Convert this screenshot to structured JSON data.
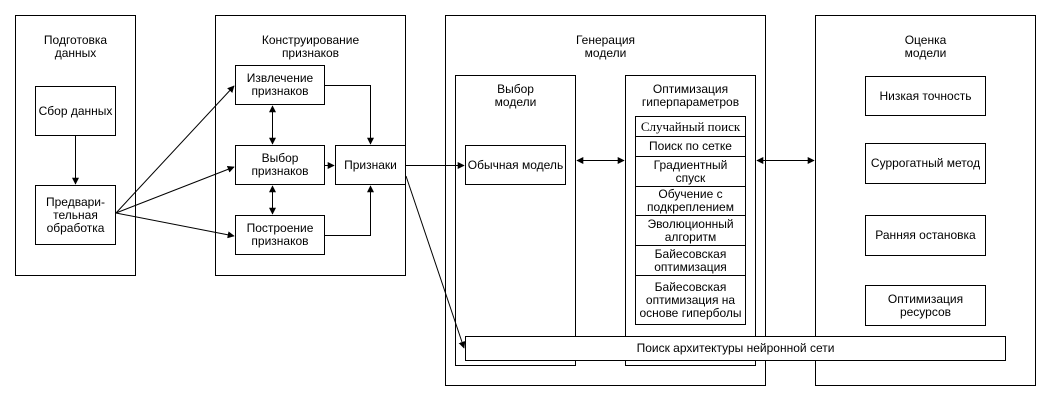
{
  "groups": {
    "data_prep": "Подготовка\nданных",
    "feature_eng": "Конструирование\nпризнаков",
    "model_gen": "Генерация\nмодели",
    "model_eval": "Оценка\nмодели"
  },
  "nodes": {
    "data_collection": "Сбор данных",
    "preprocessing": "Предвари-\nтельная\nобработка",
    "feature_extraction": "Извлечение\nпризнаков",
    "feature_selection": "Выбор\nпризнаков",
    "feature_construction": "Построение\nпризнаков",
    "features": "Признаки",
    "model_selection": "Выбор\nмодели",
    "ordinary_model": "Обычная модель",
    "hpo": "Оптимизация\nгиперпараметров",
    "nas": "Поиск архитектуры нейронной сети"
  },
  "hpo_methods": [
    "Случайный поиск",
    "Поиск по сетке",
    "Градиентный\nспуск",
    "Обучение с\nподкреплением",
    "Эволюционный\nалгоритм",
    "Байесовская\nоптимизация",
    "Байесовская\nоптимизация на\nоснове гиперболы"
  ],
  "eval_methods": [
    "Низкая точность",
    "Суррогатный метод",
    "Ранняя остановка",
    "Оптимизация\nресурсов"
  ]
}
